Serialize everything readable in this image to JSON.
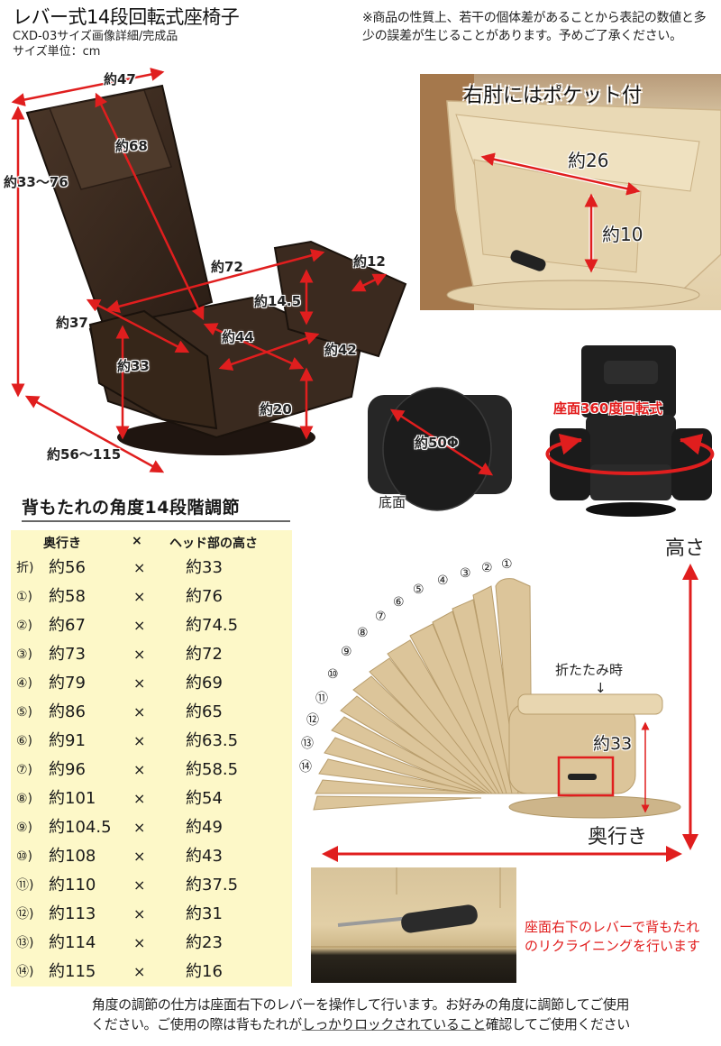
{
  "header": {
    "title": "レバー式14段回転式座椅子",
    "subtitle": "CXD-03サイズ画像詳細/完成品",
    "unit": "サイズ単位：cm",
    "notice": "※商品の性質上、若干の個体差があることから表記の数値と多少の誤差が生じることがあります。予めご了承ください。"
  },
  "main_photo": {
    "dimensions": {
      "width_top": "約47",
      "back_length": "約68",
      "height_range": "約33〜76",
      "armrest_span": "約72",
      "armrest_width": "約12",
      "armrest_height": "約14.5",
      "armrest_length": "約37",
      "seat_depth": "約44",
      "seat_width": "約42",
      "arm_floor_height": "約33",
      "seat_height": "約20",
      "depth_range": "約56〜115"
    },
    "colors": {
      "arrow": "#e01e1e",
      "chair": "#3b2a20"
    }
  },
  "pocket_photo": {
    "title": "右肘にはポケット付",
    "width": "約26",
    "height": "約10"
  },
  "bottom_photo": {
    "diameter": "約50Φ",
    "label": "底面"
  },
  "swivel_photo": {
    "label": "座面360度回転式"
  },
  "recline_table": {
    "heading": "背もたれの角度14段階調節",
    "headers": {
      "depth": "奥行き",
      "x": "×",
      "height": "ヘッド部の高さ"
    },
    "rows": [
      {
        "idx": "折)",
        "depth": "約56",
        "x": "×",
        "height": "約33"
      },
      {
        "idx": "①)",
        "depth": "約58",
        "x": "×",
        "height": "約76"
      },
      {
        "idx": "②)",
        "depth": "約67",
        "x": "×",
        "height": "約74.5"
      },
      {
        "idx": "③)",
        "depth": "約73",
        "x": "×",
        "height": "約72"
      },
      {
        "idx": "④)",
        "depth": "約79",
        "x": "×",
        "height": "約69"
      },
      {
        "idx": "⑤)",
        "depth": "約86",
        "x": "×",
        "height": "約65"
      },
      {
        "idx": "⑥)",
        "depth": "約91",
        "x": "×",
        "height": "約63.5"
      },
      {
        "idx": "⑦)",
        "depth": "約96",
        "x": "×",
        "height": "約58.5"
      },
      {
        "idx": "⑧)",
        "depth": "約101",
        "x": "×",
        "height": "約54"
      },
      {
        "idx": "⑨)",
        "depth": "約104.5",
        "x": "×",
        "height": "約49"
      },
      {
        "idx": "⑩)",
        "depth": "約108",
        "x": "×",
        "height": "約43"
      },
      {
        "idx": "⑪)",
        "depth": "約110",
        "x": "×",
        "height": "約37.5"
      },
      {
        "idx": "⑫)",
        "depth": "約113",
        "x": "×",
        "height": "約31"
      },
      {
        "idx": "⑬)",
        "depth": "約114",
        "x": "×",
        "height": "約23"
      },
      {
        "idx": "⑭)",
        "depth": "約115",
        "x": "×",
        "height": "約16"
      }
    ],
    "background": "#fdf8c8"
  },
  "recline_diagram": {
    "positions": [
      "①",
      "②",
      "③",
      "④",
      "⑤",
      "⑥",
      "⑦",
      "⑧",
      "⑨",
      "⑩",
      "⑪",
      "⑫",
      "⑬",
      "⑭"
    ],
    "folded_label": "折たたみ時",
    "folded_arrow": "↓",
    "folded_height": "約33",
    "axis_height": "高さ",
    "axis_depth": "奥行き"
  },
  "lever_photo": {
    "caption": "座面右下のレバーで背もたれのリクライニングを行います"
  },
  "footer": {
    "line1": "角度の調節の仕方は座面右下のレバーを操作して行います。お好みの角度に調節してご使用",
    "line2_pre": "ください。ご使用の際は背もたれが",
    "line2_underlined": "しっかりロックされていること",
    "line2_post": "確認してご使用ください"
  }
}
